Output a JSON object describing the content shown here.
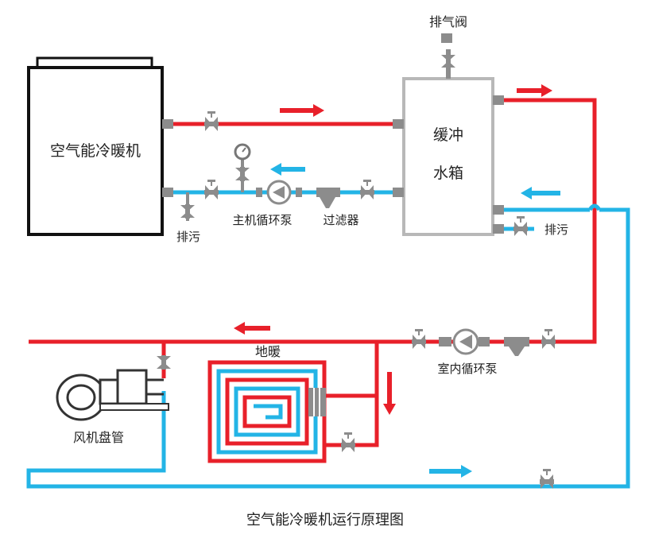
{
  "labels": {
    "heat_pump": "空气能冷暖机",
    "buffer_tank_line1": "缓冲",
    "buffer_tank_line2": "水箱",
    "vent_valve": "排气阀",
    "drain_left": "排污",
    "drain_right": "排污",
    "main_pump": "主机循环泵",
    "filter": "过滤器",
    "floor_heating": "地暖",
    "indoor_pump": "室内循环泵",
    "fan_coil": "风机盘管",
    "caption": "空气能冷暖机运行原理图"
  },
  "colors": {
    "supply_pipe": "#e8202a",
    "return_pipe": "#23b4e6",
    "valve_gray": "#8c8c8c",
    "outline": "#111111"
  }
}
